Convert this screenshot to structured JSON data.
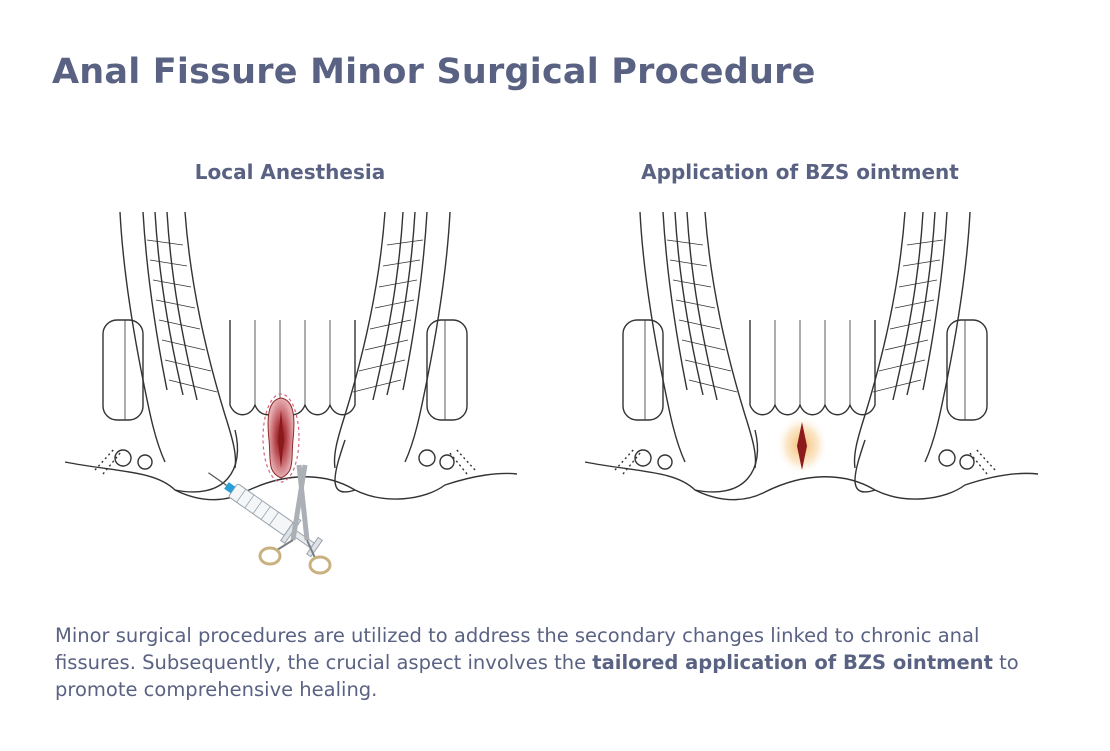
{
  "title": "Anal Fissure Minor Surgical Procedure",
  "panels": [
    {
      "label": "Local Anesthesia"
    },
    {
      "label": "Application of BZS ointment"
    }
  ],
  "description": {
    "part1": "Minor surgical procedures are utilized to address the secondary changes linked to chronic anal fissures. Subsequently, the crucial aspect involves the ",
    "emphasis": "tailored application of BZS ointment",
    "part2": " to promote comprehensive healing."
  },
  "colors": {
    "heading": "#5a6283",
    "line": "#333333",
    "wound": "#8b1a1a",
    "tissue": "#d98a8f",
    "glow": "#f3b25a",
    "syringe_accent": "#2a9fd6",
    "scissor_handle": "#c9b280"
  },
  "icons": [
    "syringe-icon",
    "scissors-icon"
  ]
}
